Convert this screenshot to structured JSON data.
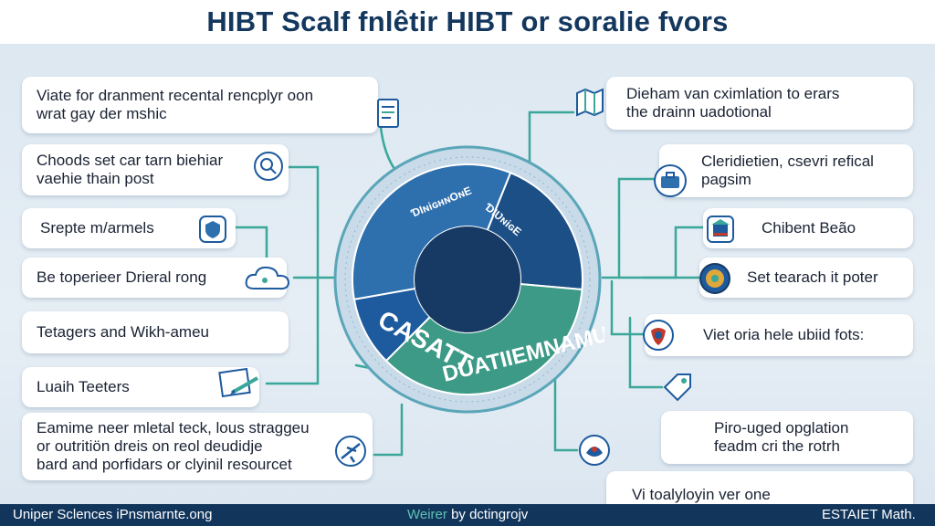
{
  "header": {
    "title": "HIBT Scalf fnlêtir HIBT or soralie fvors"
  },
  "wheel": {
    "segments": [
      {
        "label": "ƊIɴiɢʜɴOɴE",
        "color": "#2e6fae"
      },
      {
        "label": "ƊIƲɴiɢE",
        "color": "#1c4f86"
      },
      {
        "label": "DUATIIEMNAMU",
        "color": "#3c9a86"
      },
      {
        "label": "CASATT",
        "color": "#1d5a9e"
      }
    ],
    "colors": {
      "ring": "#c9dbe9",
      "ring_edge": "#5aa6b8",
      "hub": "#173a64"
    }
  },
  "left_items": [
    {
      "lines": [
        "Viate for dranment recental rencplyr oon",
        "wrat gay der mshic"
      ],
      "icon": "document-icon"
    },
    {
      "lines": [
        "Choods set car tarn biehiar",
        "vaehie thain post"
      ],
      "icon": "lens-badge-icon"
    },
    {
      "lines": [
        "Srepte m/armels"
      ],
      "icon": "shield-badge-icon"
    },
    {
      "lines": [
        "Be toperieer Drieral rong"
      ],
      "icon": "cloud-icon"
    },
    {
      "lines": [
        "Tetagers and Wikh-ameu"
      ],
      "icon": ""
    },
    {
      "lines": [
        "Luaih Teeters"
      ],
      "icon": "pencil-paper-icon"
    },
    {
      "lines": [
        "Eamime neer mletal teck, lous straggeu",
        "or outritiön dreis on reol deudidje",
        "bard and porfidars or clyinil resourcet"
      ],
      "icon": "airplane-icon"
    }
  ],
  "right_items": [
    {
      "lines": [
        "Dieham van cximlation to erars",
        "the drainn uadotional"
      ],
      "icon": "map-icon"
    },
    {
      "lines": [
        "Cleridietien, csevri refical",
        "pagsim"
      ],
      "icon": "toolbox-icon"
    },
    {
      "lines": [
        "Chibent Beão"
      ],
      "icon": "building-icon"
    },
    {
      "lines": [
        "Set tearach it poter"
      ],
      "icon": "globe-icon"
    },
    {
      "lines": [
        "Viet oria hele ubiid fots:"
      ],
      "icon": "crest-icon"
    },
    {
      "lines": [
        "Piro-uged opglation",
        "feadm cri the rotrh"
      ],
      "icon": "tag-icon"
    },
    {
      "lines": [
        "Vi toalyloyin ver one"
      ],
      "icon": "emblem-icon"
    }
  ],
  "footer": {
    "left": "Uniper Sclences iPnsmarnte.ong",
    "center_a": "Weirer",
    "center_b": " by dctingrojv",
    "right": "ESTAIET Math."
  }
}
